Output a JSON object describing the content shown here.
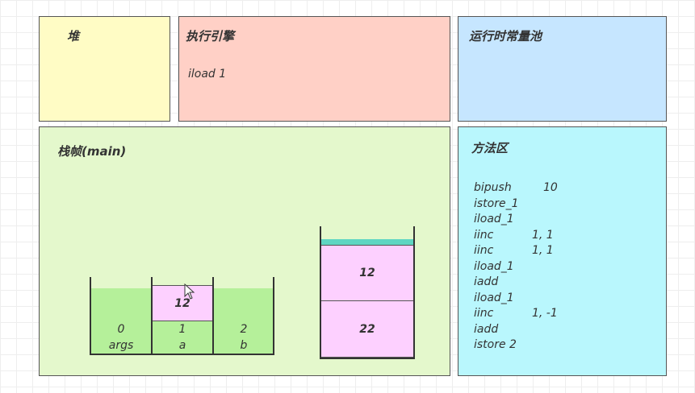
{
  "heap": {
    "title": "堆"
  },
  "engine": {
    "title": "执行引擎",
    "instruction": "iload 1"
  },
  "pool": {
    "title": "运行时常量池"
  },
  "frame": {
    "title": "栈帧(main)",
    "locals": [
      {
        "index": "0",
        "name": "args"
      },
      {
        "index": "1",
        "name": "a"
      },
      {
        "index": "2",
        "name": "b"
      }
    ],
    "slot1_value": "12",
    "operand_stack": [
      "12",
      "22"
    ]
  },
  "method": {
    "title": "方法区",
    "code": [
      {
        "op": "bipush",
        "arg": "10"
      },
      {
        "op": "istore_1",
        "arg": ""
      },
      {
        "op": "iload_1",
        "arg": ""
      },
      {
        "op": "iinc",
        "arg": "1, 1"
      },
      {
        "op": "iinc",
        "arg": "1, 1"
      },
      {
        "op": "iload_1",
        "arg": ""
      },
      {
        "op": "iadd",
        "arg": ""
      },
      {
        "op": "iload_1",
        "arg": ""
      },
      {
        "op": "iinc",
        "arg": "1, -1"
      },
      {
        "op": "iadd",
        "arg": ""
      },
      {
        "op": "istore 2",
        "arg": ""
      }
    ]
  },
  "colors": {
    "heap": "#fffcc5",
    "engine": "#ffd0c6",
    "pool": "#c6e6ff",
    "frame": "#e4f8cc",
    "method": "#b9f7fd",
    "locals": "#b5f09a",
    "stack_item": "#fdd0ff",
    "stack_top": "#5fd6c2"
  }
}
